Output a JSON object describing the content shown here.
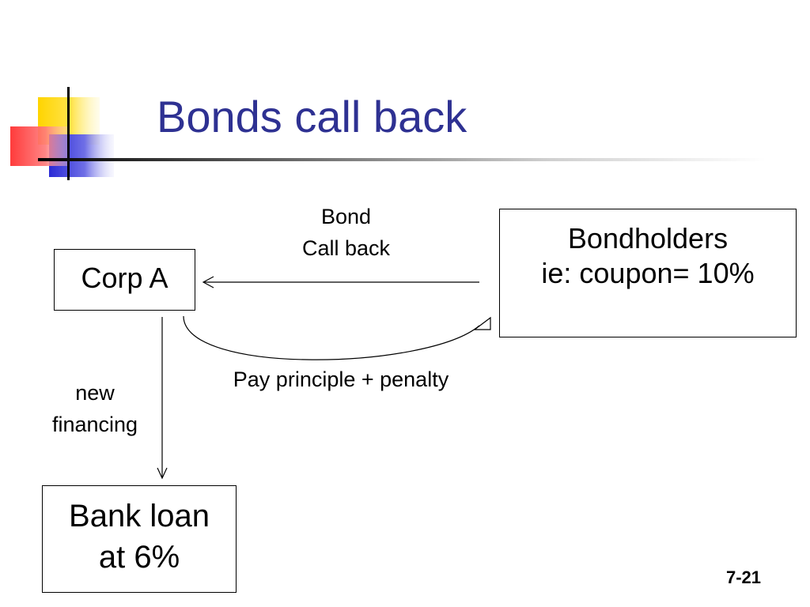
{
  "slide": {
    "title": "Bonds call back",
    "page_number": "7-21"
  },
  "diagram": {
    "nodes": {
      "corp": [
        "Corp A"
      ],
      "bondholders": [
        "Bondholders",
        "ie: coupon= 10%"
      ],
      "bank": [
        "Bank loan",
        "at 6%"
      ]
    },
    "edge_labels": {
      "call_back": [
        "Bond",
        "Call back"
      ],
      "pay": "Pay principle + penalty",
      "new_financing": [
        "new",
        "financing"
      ]
    }
  },
  "colors": {
    "title": "#2e3192",
    "accent_yellow": "#ffd700",
    "accent_red": "#ff3b3b",
    "accent_blue": "#3a3acf"
  }
}
